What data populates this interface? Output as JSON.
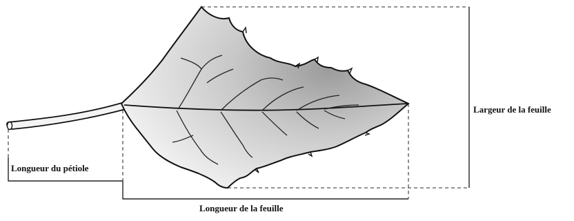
{
  "diagram": {
    "labels": {
      "leaf_width": "Largeur de la feuille",
      "petiole_length": "Longueur du pétiole",
      "leaf_length": "Longueur de la feuille"
    },
    "colors": {
      "ink": "#111111",
      "leaf_fill": "#dcdcdc",
      "leaf_shade": "#a9a9a9",
      "dashed_line": "#555555",
      "solid_line": "#222222"
    },
    "icons": {
      "leaf": "leaf-illustration"
    }
  }
}
